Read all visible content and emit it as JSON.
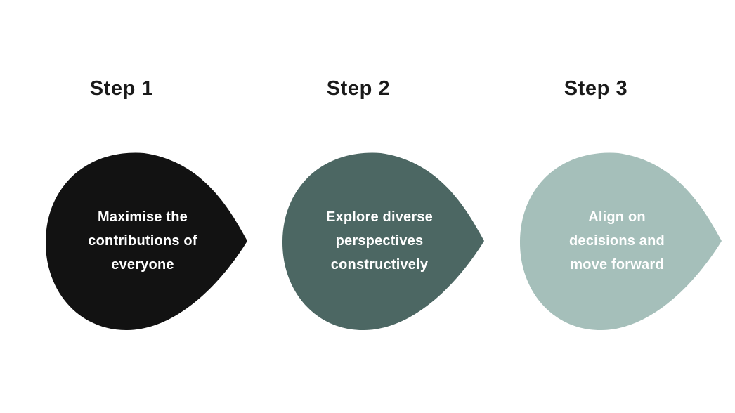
{
  "page": {
    "background_color": "#ffffff",
    "label_text_color": "#1a1a1a"
  },
  "steps": [
    {
      "label": "Step 1",
      "lines": [
        "Maximise the",
        "contributions of",
        "everyone"
      ],
      "shape_color": "#121212",
      "text_color": "#ffffff",
      "shape": "teardrop-pointing-right"
    },
    {
      "label": "Step 2",
      "lines": [
        "Explore diverse",
        "perspectives",
        "constructively"
      ],
      "shape_color": "#4c6763",
      "text_color": "#ffffff",
      "shape": "teardrop-pointing-right"
    },
    {
      "label": "Step 3",
      "lines": [
        "Align on",
        "decisions and",
        "move forward"
      ],
      "shape_color": "#a5bfba",
      "text_color": "#ffffff",
      "shape": "teardrop-pointing-right"
    }
  ]
}
